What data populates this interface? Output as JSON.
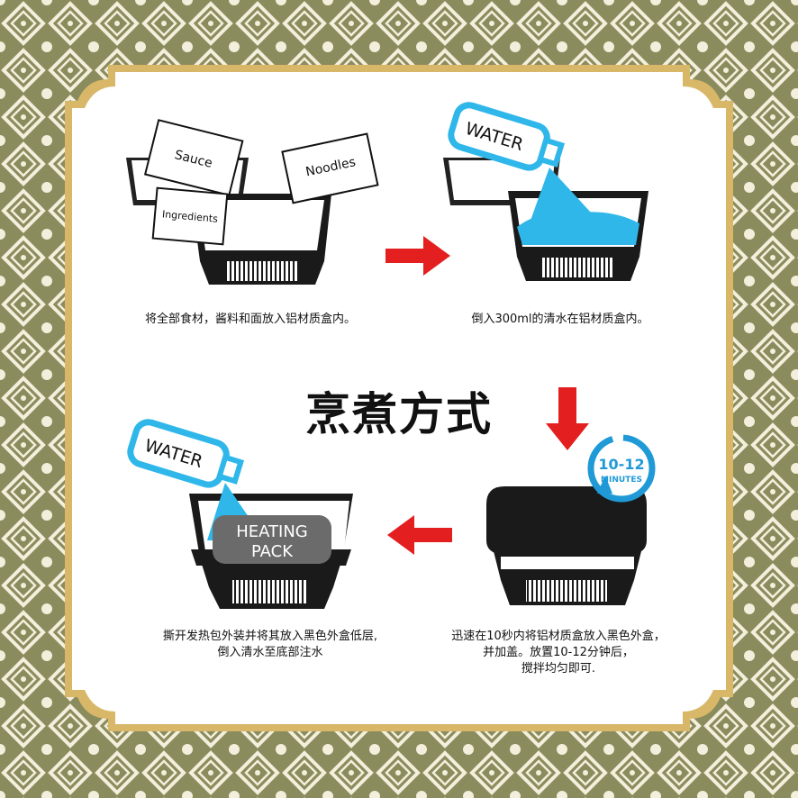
{
  "title": "烹煮方式",
  "labels": {
    "sauce": "Sauce",
    "noodles": "Noodles",
    "ingredients": "Ingredients",
    "water": "WATER",
    "heating_line1": "HEATING",
    "heating_line2": "PACK",
    "timer_line1": "10-12",
    "timer_line2": "MINUTES"
  },
  "steps": [
    {
      "text": [
        "将全部食材，酱料和面放入铝材质盒内。"
      ]
    },
    {
      "text": [
        "倒入300ml的清水在铝材质盒内。"
      ]
    },
    {
      "text": [
        "迅速在10秒内将铝材质盒放入黑色外盒，",
        "并加盖。放置10-12分钟后，",
        "搅拌均匀即可."
      ]
    },
    {
      "text": [
        "撕开发热包外装并将其放入黑色外盒低层,",
        "倒入清水至底部注水"
      ]
    }
  ],
  "colors": {
    "background": "#8b8c5d",
    "pattern": "#f3efdc",
    "frame_gold": "#d8b868",
    "arrow_red": "#e41f1f",
    "water_blue": "#2fb7ea",
    "timer_blue": "#1f9ad6",
    "heating_pack": "#6b6b6b"
  }
}
